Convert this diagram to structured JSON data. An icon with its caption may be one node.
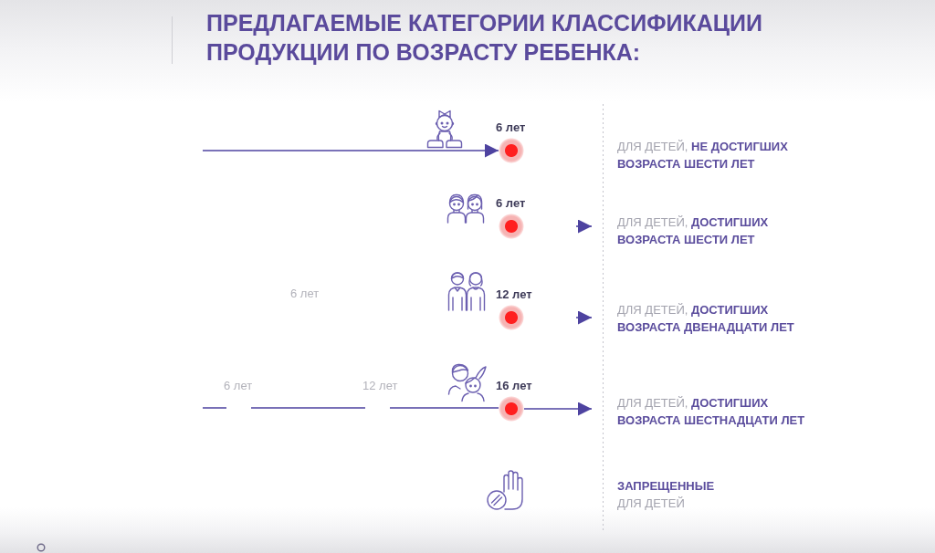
{
  "diagram": {
    "title": "ПРЕДЛАГАЕМЫЕ КАТЕГОРИИ КЛАССИФИКАЦИИ ПРОДУКЦИИ ПО ВОЗРАСТУ РЕБЕНКА:",
    "nodes": [
      {
        "text": [],
        "shape": "circle",
        "beside": [
          "6 лет"
        ]
      },
      {
        "text": [],
        "shape": "circle",
        "beside": [
          "6 лет"
        ]
      },
      {
        "text": [
          "ДЛЯ ДЕТЕЙ, **ДОСТИГШИХ ВОЗРАСТА ШЕСТИ ЛЕТ**"
        ]
      },
      {
        "text": [],
        "shape": "circle",
        "beside": [
          "12 лет"
        ]
      },
      {
        "text": [
          "ДЛЯ ДЕТЕЙ, **ДОСТИГШИХ ВОЗРАСТА ДВЕНАДЦАТИ ЛЕТ**"
        ]
      },
      {
        "text": [],
        "shape": "circle",
        "beside": [
          "16 лет"
        ]
      },
      {
        "text": [
          "ДЛЯ ДЕТЕЙ, **ДОСТИГШИХ ВОЗРАСТА ШЕСТНАДЦАТИ ЛЕТ**"
        ]
      }
    ],
    "edges": [
      {
        "from": null,
        "to": 0,
        "arrow": "to"
      },
      {
        "from": null,
        "to": 2,
        "arrow": "to"
      },
      {
        "from": null,
        "to": 4,
        "arrow": "to"
      },
      {
        "from": null,
        "to": 5,
        "arrow": "none"
      },
      {
        "from": 5,
        "to": 6,
        "arrow": "to"
      }
    ],
    "labels": [
      "ДЛЯ ДЕТЕЙ, **НЕ ДОСТИГШИХ ВОЗРАСТА ШЕСТИ ЛЕТ**",
      "6 лет",
      "6 лет",
      "12 лет",
      "**ЗАПРЕЩЕННЫЕ** ДЛЯ ДЕТЕЙ"
    ]
  }
}
